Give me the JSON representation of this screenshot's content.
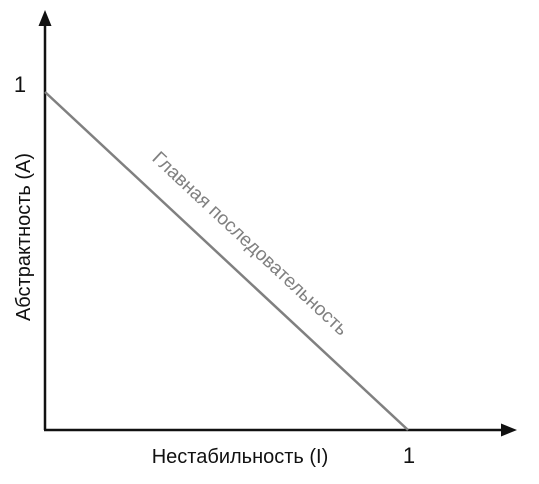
{
  "diagram": {
    "x_axis_label": "Нестабильность (I)",
    "y_axis_label": "Абстрактность (A)",
    "x_tick_label": "1",
    "y_tick_label": "1",
    "line_label": "Главная последовательность",
    "line_from": {
      "I": 0,
      "A": 1
    },
    "line_to": {
      "I": 1,
      "A": 0
    },
    "axis_color": "#111111",
    "line_color": "#808080"
  }
}
